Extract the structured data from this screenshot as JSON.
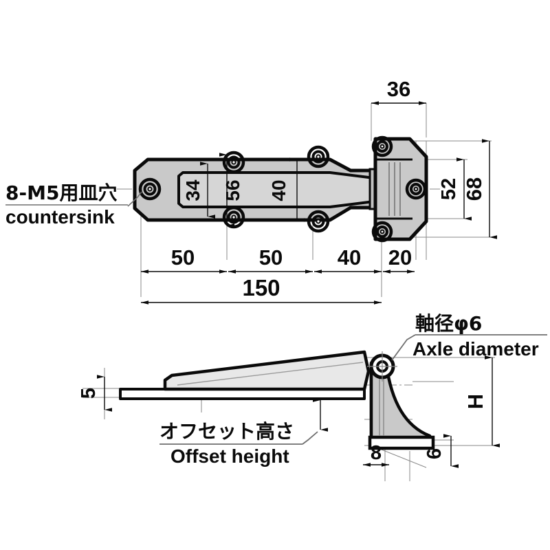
{
  "sheet": {
    "title": "Hinge technical drawing",
    "background_color": "#ffffff",
    "line_color": "#0a0a0a",
    "fill_color": "#c9c9c9",
    "thin_line_color": "#6e6e6e"
  },
  "notes": {
    "countersink_jp": "8-M5用皿穴",
    "countersink_en": "countersink",
    "axle_jp": "軸径φ6",
    "axle_en": "Axle diameter",
    "offset_jp": "オフセット高さ",
    "offset_en": "Offset height"
  },
  "top_view": {
    "name": "plan-view",
    "dimensions": {
      "width_right_leaf": "36",
      "height_inner_52": "52",
      "height_outer_68": "68",
      "hole_pitch_34": "34",
      "hole_pitch_56": "56",
      "hole_pitch_40": "40",
      "seg_1": "50",
      "seg_2": "50",
      "seg_3": "40",
      "seg_4": "20",
      "overall_length": "150"
    }
  },
  "side_view": {
    "name": "side-elevation",
    "dimensions": {
      "plate_thickness": "5",
      "bracket_width": "8",
      "base_thickness": "6",
      "overall_height": "H"
    }
  }
}
